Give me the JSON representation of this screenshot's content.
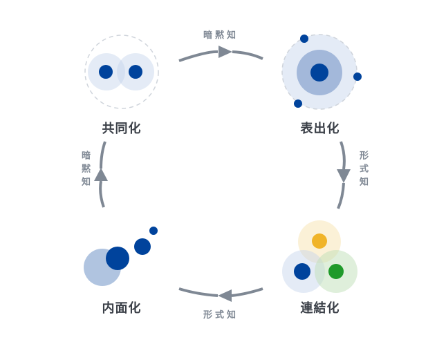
{
  "stages": {
    "socialization": "共同化",
    "externalization": "表出化",
    "combination": "連結化",
    "internalization": "内面化"
  },
  "flows": {
    "top": "暗黙知",
    "right": "形式知",
    "bottom": "形式知",
    "left": "暗黙知"
  },
  "colors": {
    "dark_blue": "#00439c",
    "light_blue": "#e4ebf6",
    "mid_blue": "#a3b8da",
    "yellow": "#f0b429",
    "green": "#1f9a2a",
    "arrow": "#7f8894",
    "label": "#3a3f47"
  }
}
